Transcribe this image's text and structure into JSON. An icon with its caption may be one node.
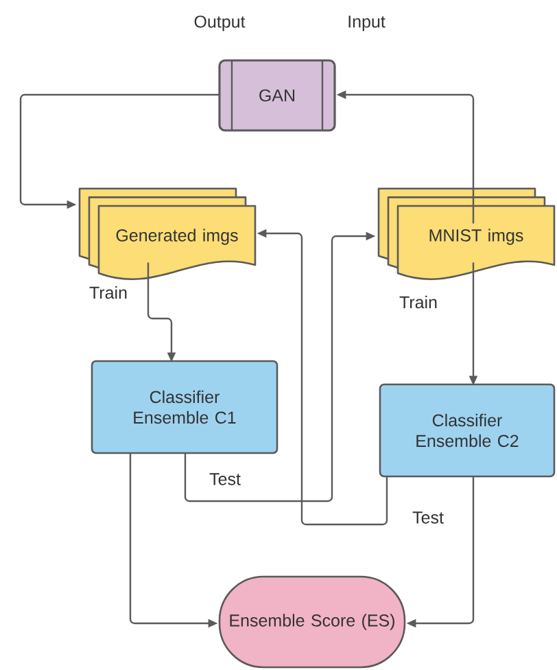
{
  "diagram": {
    "nodes": [
      {
        "text": [
          "GAN"
        ]
      },
      {
        "text": [
          "Generated imgs"
        ]
      },
      {
        "text": [
          "MNIST imgs"
        ]
      },
      {
        "text": [
          "Classifier Ensemble C1"
        ]
      },
      {
        "text": [
          "Classifier Ensemble C2"
        ]
      },
      {
        "text": [
          "Ensemble Score (ES)"
        ]
      }
    ],
    "edges": [
      {
        "from": 0,
        "to": 1,
        "arrow": "to"
      },
      {
        "from": 2,
        "to": 0,
        "arrow": "to"
      },
      {
        "from": 1,
        "to": 3,
        "label": "Train",
        "arrow": "to"
      },
      {
        "from": 2,
        "to": 4,
        "label": "Train",
        "arrow": "to"
      },
      {
        "from": 3,
        "to": 2,
        "label": "Test",
        "arrow": "to"
      },
      {
        "from": 4,
        "to": 1,
        "label": "Test",
        "arrow": "to"
      },
      {
        "from": 3,
        "to": 5,
        "arrow": "to"
      },
      {
        "from": 4,
        "to": 5,
        "arrow": "to"
      }
    ],
    "labels": [
      "Output",
      "Input"
    ]
  }
}
